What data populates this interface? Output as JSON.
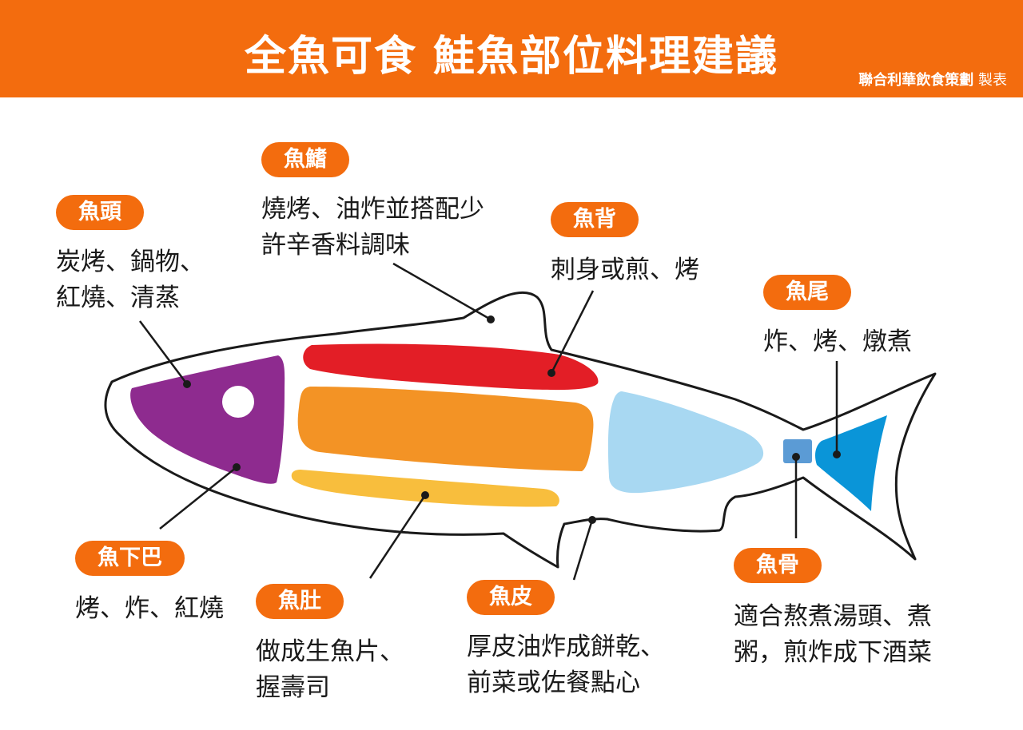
{
  "header": {
    "title": "全魚可食 鮭魚部位料理建議",
    "credit_org": "聯合利華飲食策劃",
    "credit_suffix": "製表"
  },
  "colors": {
    "brand": "#f36c0e",
    "head": "#8e2b8f",
    "back": "#e31e26",
    "belly_top": "#f39325",
    "belly": "#f8be3d",
    "tail_body": "#a8d8f2",
    "bone": "#5b9bd5",
    "tail": "#0a95d8"
  },
  "parts": {
    "fin": {
      "name": "魚鰭",
      "desc": [
        "燒烤、油炸並搭配少",
        "許辛香料調味"
      ]
    },
    "head": {
      "name": "魚頭",
      "desc": [
        "炭烤、鍋物、",
        "紅燒、清蒸"
      ]
    },
    "back": {
      "name": "魚背",
      "desc": [
        "刺身或煎、烤"
      ]
    },
    "tail": {
      "name": "魚尾",
      "desc": [
        "炸、烤、燉煮"
      ]
    },
    "chin": {
      "name": "魚下巴",
      "desc": [
        "烤、炸、紅燒"
      ]
    },
    "belly": {
      "name": "魚肚",
      "desc": [
        "做成生魚片、",
        "握壽司"
      ]
    },
    "skin": {
      "name": "魚皮",
      "desc": [
        "厚皮油炸成餅乾、",
        "前菜或佐餐點心"
      ]
    },
    "bone": {
      "name": "魚骨",
      "desc": [
        "適合熬煮湯頭、煮",
        "粥，煎炸成下酒菜"
      ]
    }
  }
}
